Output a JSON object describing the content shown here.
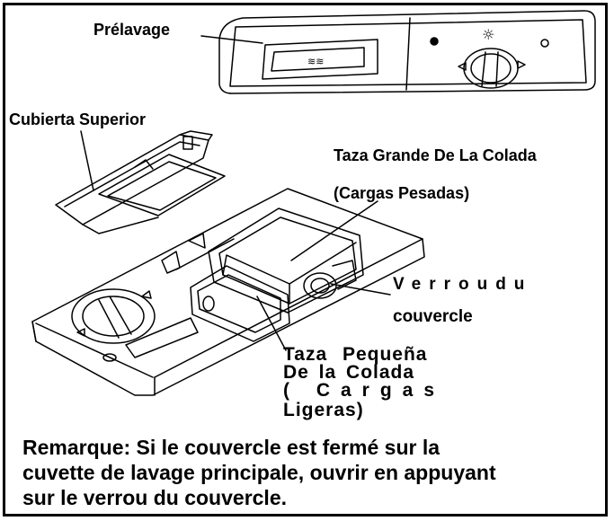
{
  "labels": {
    "prelavage": "Prélavage",
    "cubierta_superior": "Cubierta Superior",
    "taza_grande_line1": "Taza Grande De La Colada",
    "taza_grande_line2": "(Cargas Pesadas)",
    "verrou_line1": "Verroudu",
    "verrou_line2": "couvercle",
    "taza_pequena_line1": "Taza Pequeña",
    "taza_pequena_line2": "De la Colada",
    "taza_pequena_line3": "( Cargas",
    "taza_pequena_line4": "Ligeras)"
  },
  "note": {
    "line1": "Remarque: Si le couvercle est fermé sur la",
    "line2": "cuvette de lavage principale, ouvrir en appuyant",
    "line3": "sur le verrou du couvercle."
  }
}
